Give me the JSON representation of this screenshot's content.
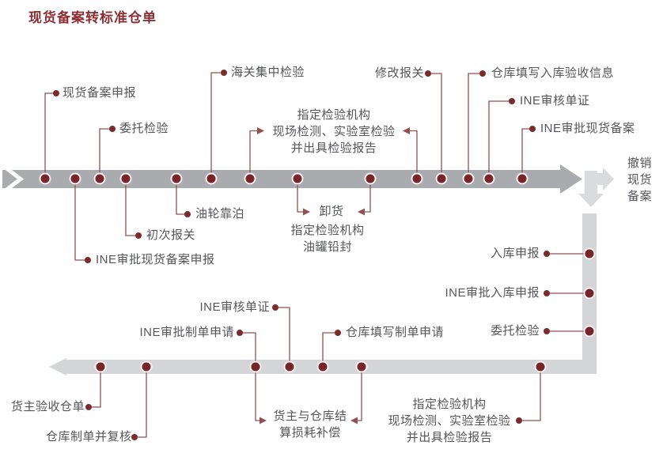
{
  "title": "现货备案转标准仓单",
  "colors": {
    "accent_dot": "#76262a",
    "connector_line": "#915153",
    "bar_dark_gray": "#a9abae",
    "bar_light_gray": "#d3d5d6",
    "branch_arrow_gray": "#dadbdc",
    "label_text": "#55565a",
    "title_text": "#8b2f33"
  },
  "labels": {
    "spot_filing_declare": "现货备案申报",
    "entrust_inspection": "委托检验",
    "customs_central_inspection": "海关集中检验",
    "designated_inspection_top": [
      "指定检验机构",
      "现场检测、实验室检验",
      "并出具检验报告"
    ],
    "modify_customs_declaration": "修改报关",
    "warehouse_fill_receipt_info": "仓库填写入库验收信息",
    "ine_review_documents": "INE审核单证",
    "ine_approve_spot_filing": "INE审批现货备案",
    "tanker_berthing": "油轮靠泊",
    "first_customs_declaration": "初次报关",
    "ine_approve_spot_filing_declare": "INE审批现货备案申报",
    "unloading": "卸货",
    "tank_lead_sealing": [
      "指定检验机构",
      "油罐铅封"
    ],
    "cancel_spot_filing": [
      "撤销",
      "现货",
      "备案"
    ],
    "warehouse_entry_declare": "入库申报",
    "ine_approve_entry_declare": "INE审批入库申报",
    "entrust_inspection_2": "委托检验",
    "ine_review_documents_2": "INE审核单证",
    "ine_approve_order_request": "INE审批制单申请",
    "warehouse_fill_order_request": "仓库填写制单申请",
    "owner_accept_receipt": "货主验收仓单",
    "warehouse_make_and_review_order": "仓库制单并复核",
    "owner_warehouse_settlement": [
      "货主与仓库结",
      "算损耗补偿"
    ],
    "designated_inspection_bottom": [
      "指定检验机构",
      "现场检测、实验室检验",
      "并出具检验报告"
    ]
  }
}
